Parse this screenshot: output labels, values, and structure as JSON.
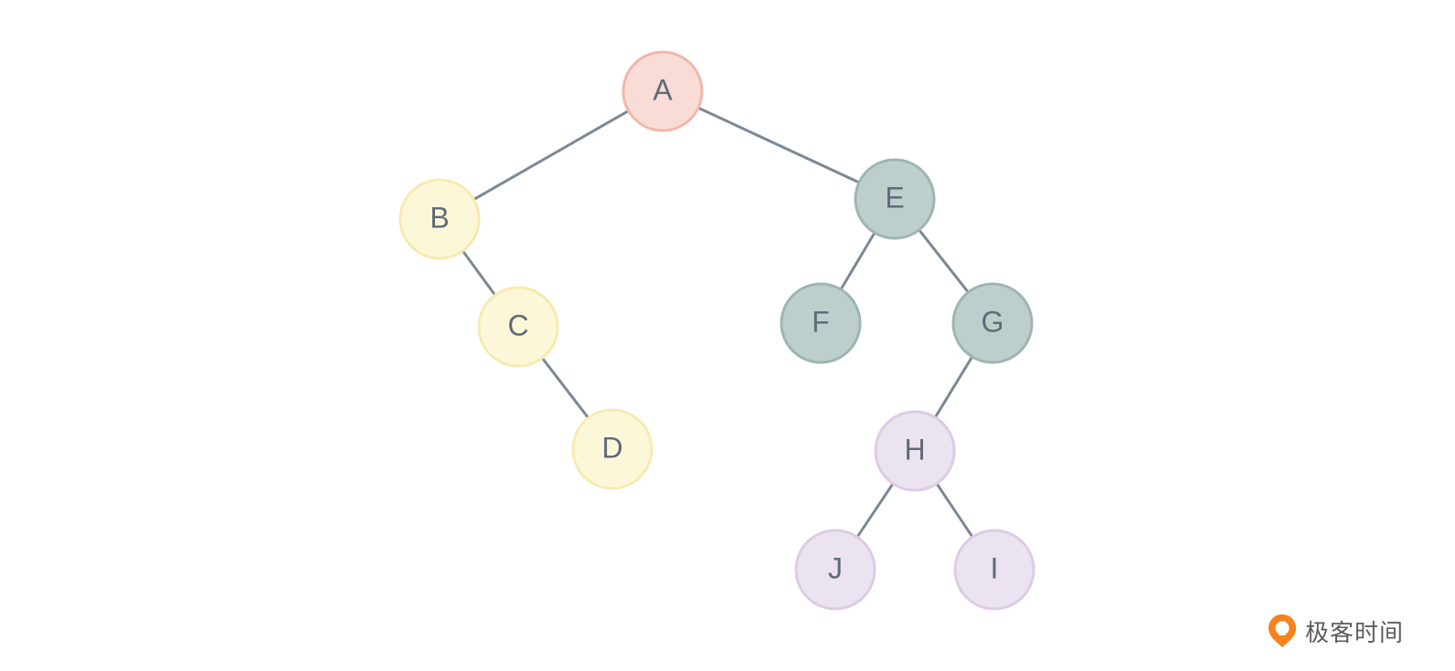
{
  "tree": {
    "nodes": [
      {
        "id": "A",
        "label": "A",
        "group": "root"
      },
      {
        "id": "B",
        "label": "B",
        "group": "left"
      },
      {
        "id": "C",
        "label": "C",
        "group": "left"
      },
      {
        "id": "D",
        "label": "D",
        "group": "left"
      },
      {
        "id": "E",
        "label": "E",
        "group": "right"
      },
      {
        "id": "F",
        "label": "F",
        "group": "right"
      },
      {
        "id": "G",
        "label": "G",
        "group": "right"
      },
      {
        "id": "H",
        "label": "H",
        "group": "sub"
      },
      {
        "id": "J",
        "label": "J",
        "group": "sub"
      },
      {
        "id": "I",
        "label": "I",
        "group": "sub"
      }
    ],
    "edges": [
      [
        "A",
        "B"
      ],
      [
        "A",
        "E"
      ],
      [
        "B",
        "C"
      ],
      [
        "C",
        "D"
      ],
      [
        "E",
        "F"
      ],
      [
        "E",
        "G"
      ],
      [
        "G",
        "H"
      ],
      [
        "H",
        "J"
      ],
      [
        "H",
        "I"
      ]
    ],
    "styles": {
      "root": {
        "fill": "#f9dcd6",
        "stroke": "#f2b7ab"
      },
      "left": {
        "fill": "#fdf7da",
        "stroke": "#f8eab0"
      },
      "right": {
        "fill": "#bdcfcd",
        "stroke": "#9fb5b3"
      },
      "sub": {
        "fill": "#ece3f1",
        "stroke": "#dccbe5"
      }
    },
    "edge_color": "#7c8895",
    "label_color": "#5f6b78"
  },
  "watermark": {
    "text": "极客时间",
    "icon": "geektime-logo-icon",
    "icon_color": "#f5821f"
  }
}
